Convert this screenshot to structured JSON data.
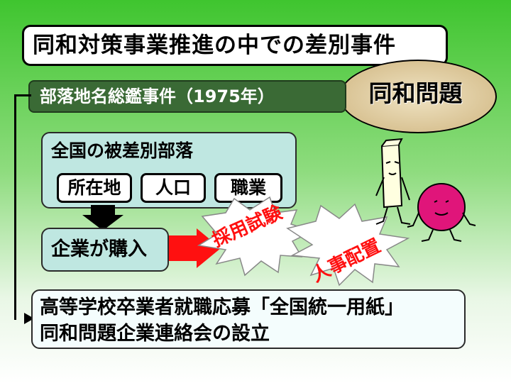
{
  "title": "同和対策事業推進の中での差別事件",
  "oval_label": "同和問題",
  "incident_label": "部落地名総鑑事件（1975年）",
  "village": {
    "label": "全国の被差別部落",
    "chips": [
      "所在地",
      "人口",
      "職業"
    ]
  },
  "purchase_label": "企業が購入",
  "bursts": [
    "採用試験",
    "人事配置"
  ],
  "bottom": {
    "line1": "高等学校卒業者就職応募「全国統一用紙」",
    "line2": "同和問題企業連絡会の設立"
  },
  "colors": {
    "background_top": "#3fc52f",
    "incident_bar": "#3a6a35",
    "village_box": "#bfe7e1",
    "accent_red": "#ff1010",
    "oval": "#d9c394"
  },
  "icons": [
    "down-arrow-icon",
    "right-arrow-icon",
    "bracket-arrow-icon",
    "stick-figure-icon",
    "ball-figure-icon"
  ]
}
